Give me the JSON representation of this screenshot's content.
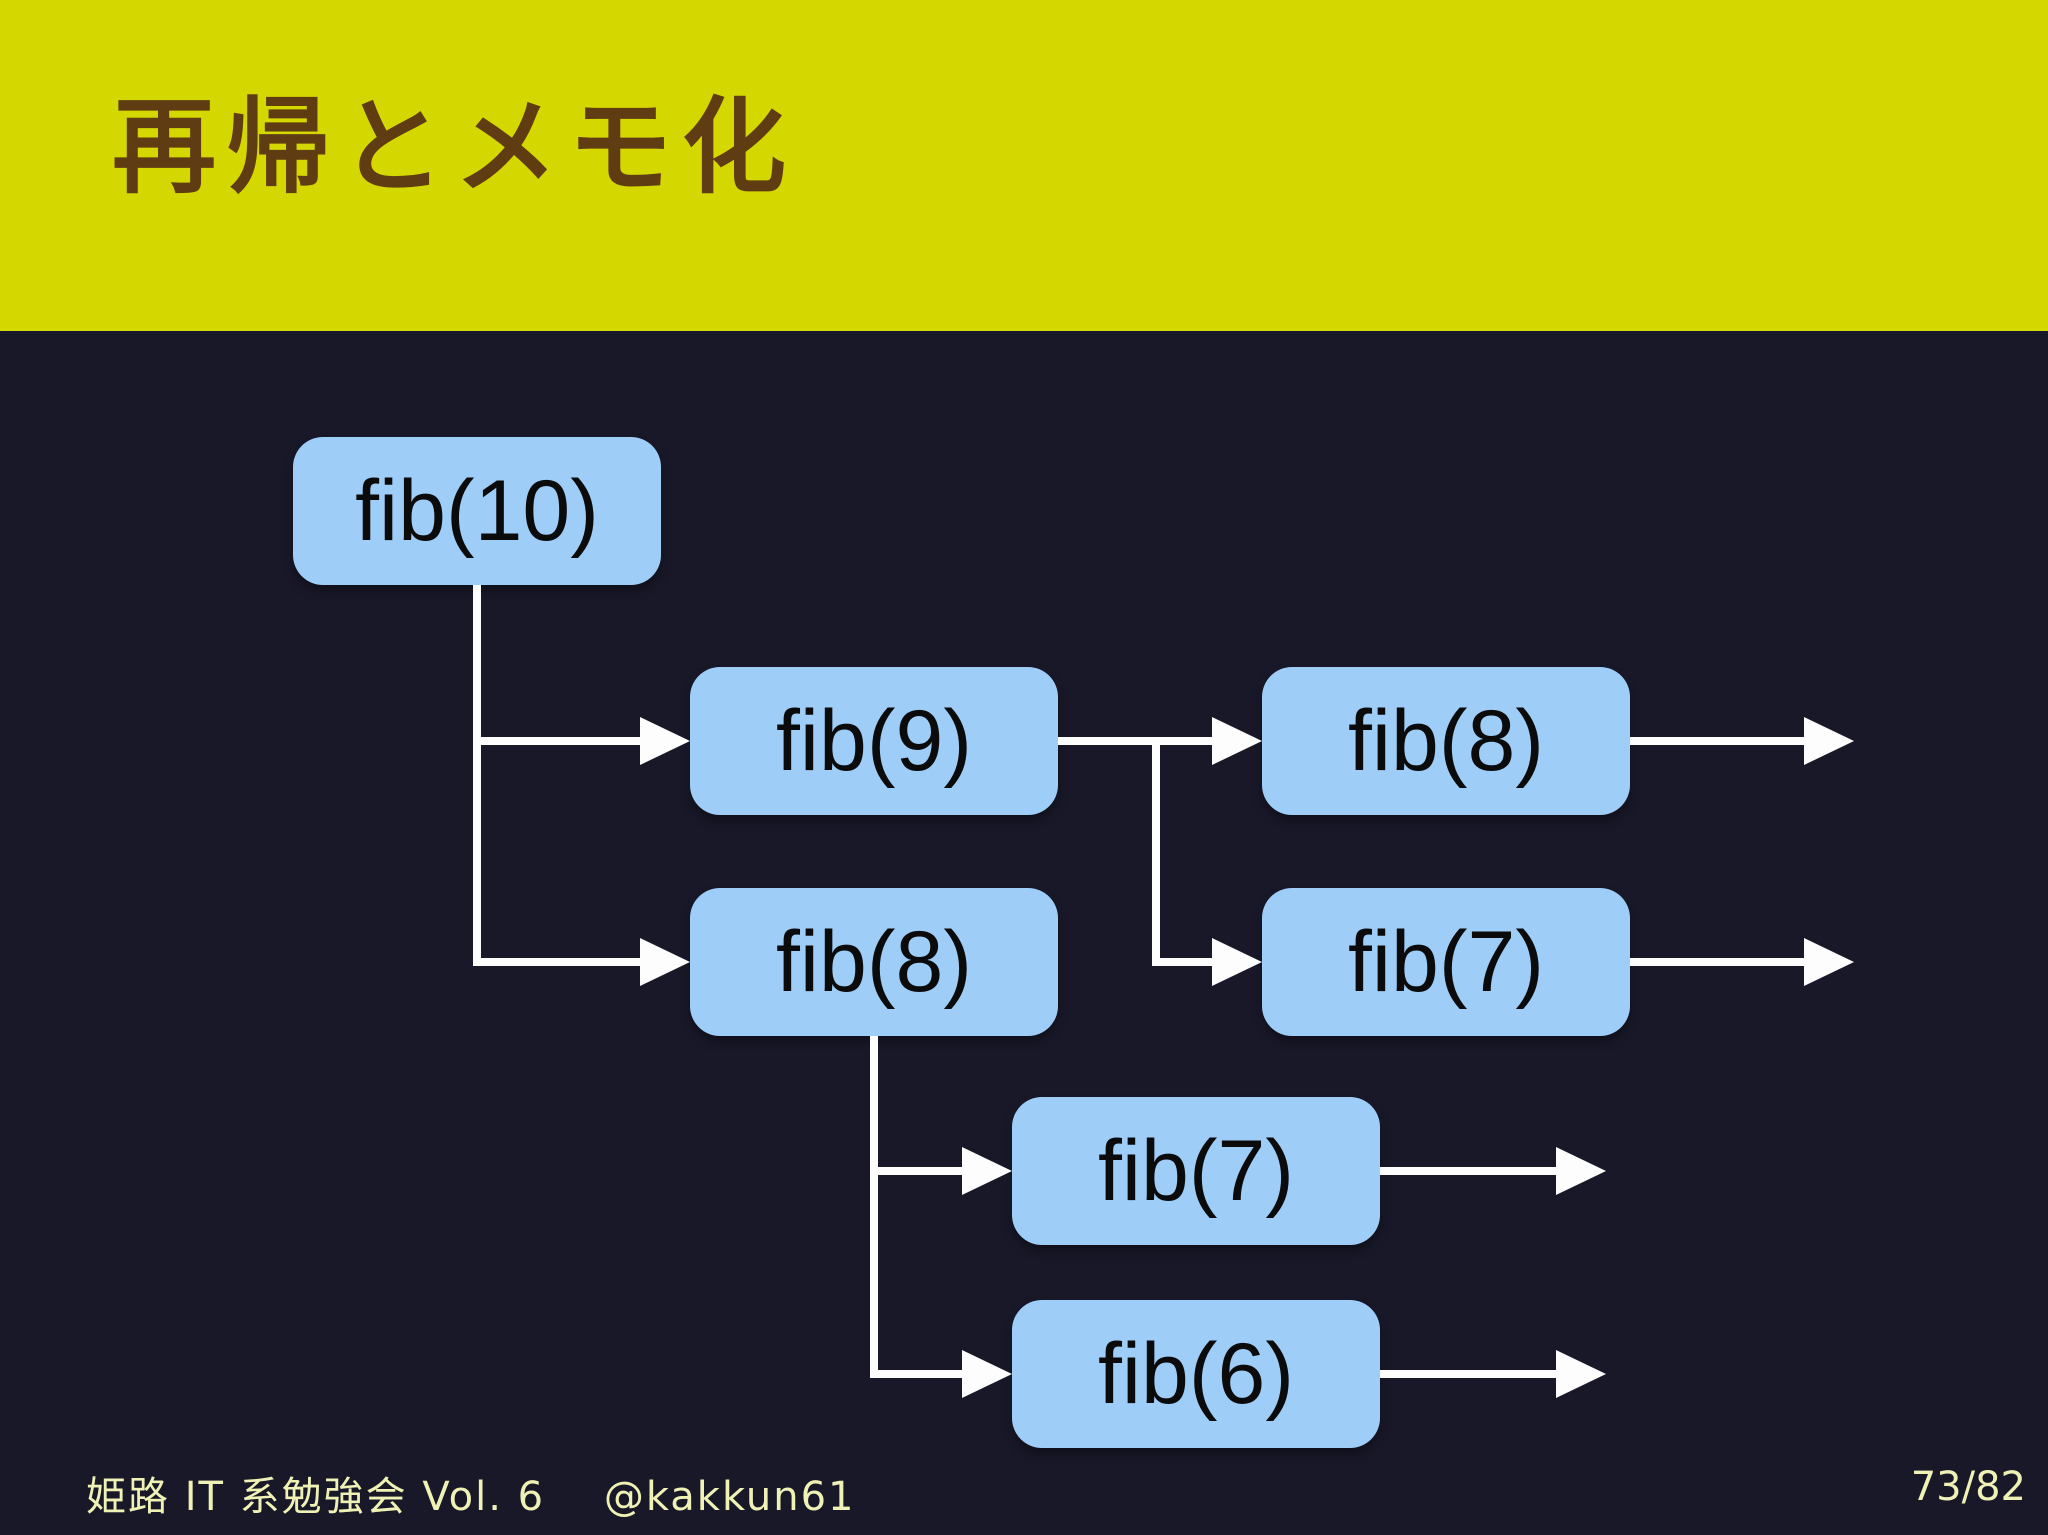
{
  "slide": {
    "title": "再帰とメモ化",
    "footer_event": "姫路 IT 系勉強会 Vol. 6",
    "footer_handle": "@kakkun61",
    "page_indicator": "73/82"
  },
  "colors": {
    "header_bg": "#d5d800",
    "body_bg": "#181829",
    "title_text": "#603c12",
    "node_fill": "#9ecdf8",
    "node_text": "#0b0b0c",
    "edge": "#fdfdfd",
    "footer_text": "#eff1b5"
  },
  "diagram": {
    "type": "recursion-call-tree",
    "nodes": [
      {
        "id": "fib10",
        "label": "fib(10)"
      },
      {
        "id": "fib9",
        "label": "fib(9)"
      },
      {
        "id": "fib8-right",
        "label": "fib(8)"
      },
      {
        "id": "fib8-left",
        "label": "fib(8)"
      },
      {
        "id": "fib7-right",
        "label": "fib(7)"
      },
      {
        "id": "fib7-mid",
        "label": "fib(7)"
      },
      {
        "id": "fib6",
        "label": "fib(6)"
      }
    ],
    "edges": [
      {
        "from": "fib10",
        "to": "fib9"
      },
      {
        "from": "fib10",
        "to": "fib8-left"
      },
      {
        "from": "fib9",
        "to": "fib8-right"
      },
      {
        "from": "fib9",
        "to": "fib7-right"
      },
      {
        "from": "fib8-right",
        "to": null
      },
      {
        "from": "fib7-right",
        "to": null
      },
      {
        "from": "fib8-left",
        "to": "fib7-mid"
      },
      {
        "from": "fib8-left",
        "to": "fib6"
      },
      {
        "from": "fib7-mid",
        "to": null
      },
      {
        "from": "fib6",
        "to": null
      }
    ]
  }
}
